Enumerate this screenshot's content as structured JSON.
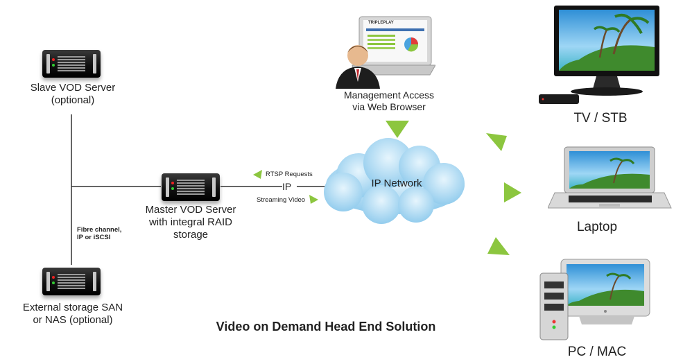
{
  "title": "Video on Demand Head End Solution",
  "nodes": {
    "slave_server": "Slave VOD Server\n(optional)",
    "master_server": "Master VOD Server\nwith integral RAID\nstorage",
    "external_storage": "External storage SAN\nor NAS (optional)",
    "management": "Management Access\nvia Web Browser",
    "ip_network": "IP Network",
    "tv": "TV / STB",
    "laptop": "Laptop",
    "pc": "PC / MAC"
  },
  "edges": {
    "fibre": "Fibre channel,\nIP or iSCSI",
    "rtsp": "RTSP Requests",
    "ip": "IP",
    "streaming": "Streaming Video"
  },
  "logo_text": "TRIPLEPLAY",
  "colors": {
    "arrow": "#8cc63f",
    "cloud": "#a9d8f2",
    "line": "#333333"
  }
}
